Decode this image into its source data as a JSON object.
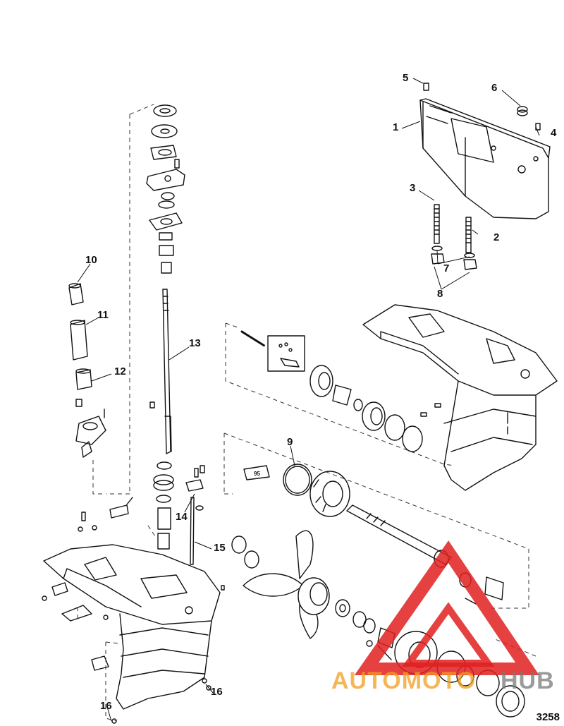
{
  "diagram": {
    "callouts": {
      "c1": "1",
      "c2": "2",
      "c3": "3",
      "c4": "4",
      "c5": "5",
      "c6": "6",
      "c7": "7",
      "c8": "8",
      "c9": "9",
      "c10": "10",
      "c11": "11",
      "c12": "12",
      "c13": "13",
      "c14": "14",
      "c15": "15",
      "c16a": "16",
      "c16b": "16"
    },
    "sealant_tube_label": "95",
    "figure_number": "3258"
  },
  "watermark": {
    "text_a": "AUTOMOTO",
    "text_b": "HUB",
    "color_red": "#e02020",
    "color_orange": "#f0a020"
  }
}
